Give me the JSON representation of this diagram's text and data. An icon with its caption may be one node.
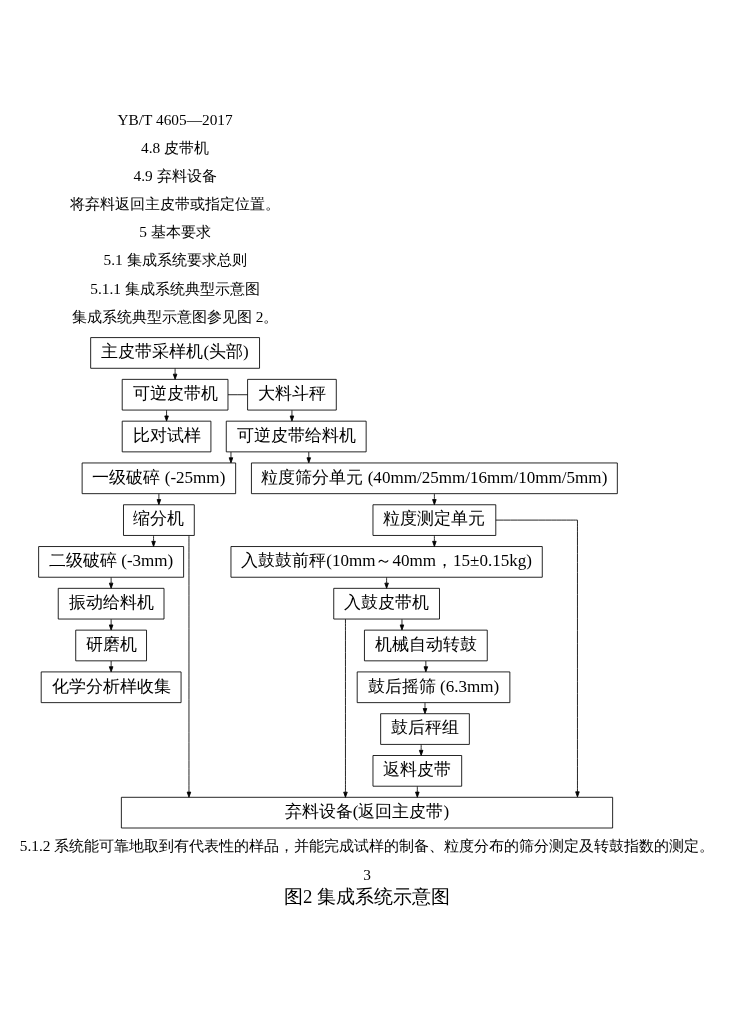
{
  "diagram": {
    "caption": "图2 集成系统示意图",
    "nodes": [
      {
        "text": [
          "主皮带采样机(头部)"
        ]
      },
      {
        "text": [
          "可逆皮带机"
        ]
      },
      {
        "text": [
          "大料斗秤"
        ]
      },
      {
        "text": [
          "比对试样"
        ]
      },
      {
        "text": [
          "可逆皮带给料机"
        ]
      },
      {
        "text": [
          "一级破碎 (-25mm)"
        ]
      },
      {
        "text": [
          "粒度筛分单元 (40mm/25mm/16mm/10mm/5mm)"
        ]
      },
      {
        "text": [
          "缩分机"
        ]
      },
      {
        "text": [
          "粒度测定单元"
        ]
      },
      {
        "text": [
          "二级破碎 (-3mm)"
        ]
      },
      {
        "text": [
          "入鼓鼓前秤(10mm～40mm，15±0.15kg)"
        ]
      },
      {
        "text": [
          "入鼓皮带机"
        ]
      },
      {
        "text": [
          "振动给料机"
        ]
      },
      {
        "text": [
          "机械自动转鼓"
        ]
      },
      {
        "text": [
          "研磨机"
        ]
      },
      {
        "text": [
          "鼓后摇筛 (6.3mm)"
        ]
      },
      {
        "text": [
          "化学分析样收集"
        ]
      },
      {
        "text": [
          "鼓后秤组"
        ]
      },
      {
        "text": [
          "返料皮带"
        ]
      },
      {
        "text": [
          "弃料设备(返回主皮带)"
        ]
      }
    ],
    "edges": [
      {
        "from": 0,
        "to": 1,
        "arrow": "to"
      },
      {
        "from": 1,
        "to": 2,
        "arrow": "none"
      },
      {
        "from": 1,
        "to": 3,
        "arrow": "to"
      },
      {
        "from": 2,
        "to": 4,
        "arrow": "to"
      },
      {
        "from": 4,
        "to": 5,
        "arrow": "to"
      },
      {
        "from": 4,
        "to": 6,
        "arrow": "to"
      },
      {
        "from": 5,
        "to": 7,
        "arrow": "to"
      },
      {
        "from": 6,
        "to": 8,
        "arrow": "to"
      },
      {
        "from": 7,
        "to": 9,
        "arrow": "to"
      },
      {
        "from": 7,
        "to": 19,
        "arrow": "to"
      },
      {
        "from": 8,
        "to": 10,
        "arrow": "to"
      },
      {
        "from": 8,
        "to": 19,
        "arrow": "to"
      },
      {
        "from": 9,
        "to": 12,
        "arrow": "to"
      },
      {
        "from": 10,
        "to": 11,
        "arrow": "to"
      },
      {
        "from": 11,
        "to": 13,
        "arrow": "to"
      },
      {
        "from": 11,
        "to": 19,
        "arrow": "to"
      },
      {
        "from": 12,
        "to": 14,
        "arrow": "to"
      },
      {
        "from": 13,
        "to": 15,
        "arrow": "to"
      },
      {
        "from": 14,
        "to": 16,
        "arrow": "to"
      },
      {
        "from": 15,
        "to": 17,
        "arrow": "to"
      },
      {
        "from": 17,
        "to": 18,
        "arrow": "to"
      },
      {
        "from": 18,
        "to": 19,
        "arrow": "to"
      }
    ],
    "labels": [
      "YB/T 4605—2017",
      "4.8 皮带机",
      "4.9 弃料设备",
      "将弃料返回主皮带或指定位置。",
      "5 基本要求",
      "5.1 集成系统要求总则",
      "5.1.1 集成系统典型示意图",
      "集成系统典型示意图参见图 2。",
      "5.1.2 系统能可靠地取到有代表性的样品，并能完成试样的制备、粒度分布的筛分测定及转鼓指数的测定。",
      "3"
    ]
  }
}
